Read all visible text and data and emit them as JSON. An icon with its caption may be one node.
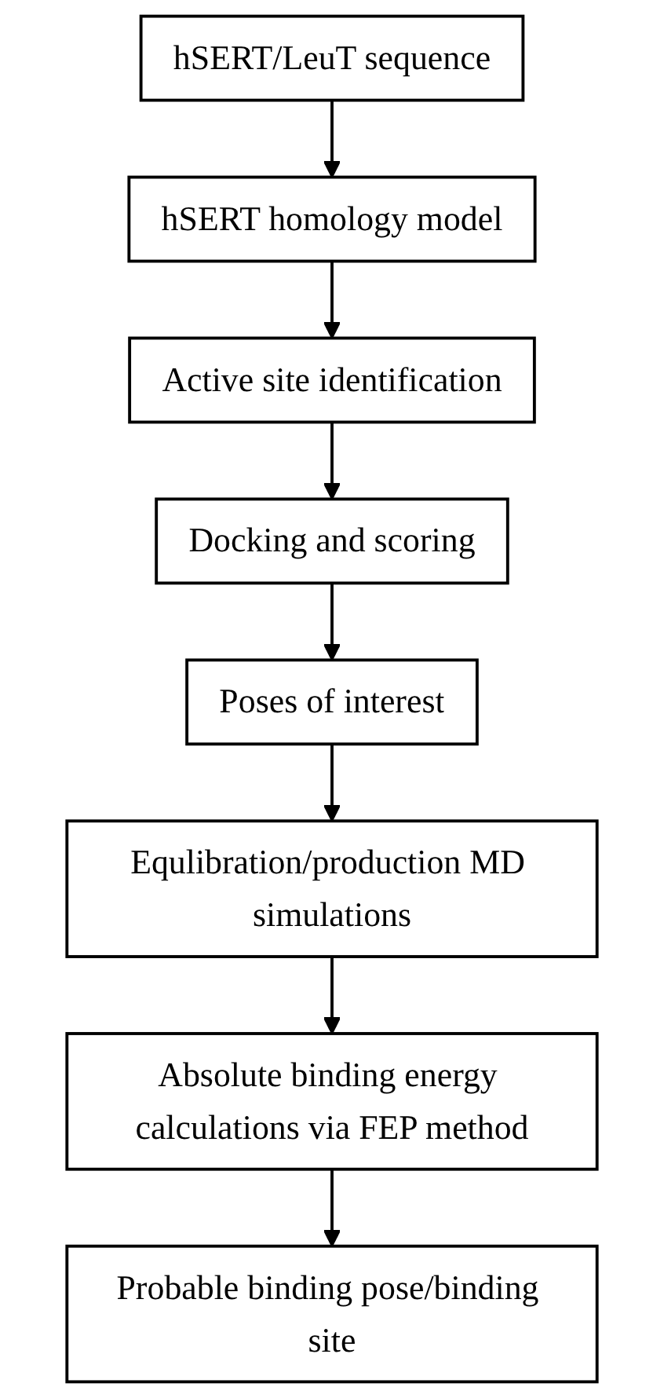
{
  "diagram": {
    "nodes": [
      {
        "text": [
          "hSERT/LeuT sequence"
        ]
      },
      {
        "text": [
          "hSERT homology model"
        ]
      },
      {
        "text": [
          "Active site identification"
        ]
      },
      {
        "text": [
          "Docking and scoring"
        ]
      },
      {
        "text": [
          "Poses of interest"
        ]
      },
      {
        "text": [
          "Equlibration/production MD simulations"
        ]
      },
      {
        "text": [
          "Absolute binding energy calculations via FEP method"
        ]
      },
      {
        "text": [
          "Probable binding pose/binding site"
        ]
      }
    ],
    "edges": [
      {
        "from": 0,
        "to": 1,
        "arrow": "to"
      },
      {
        "from": 1,
        "to": 2,
        "arrow": "to"
      },
      {
        "from": 2,
        "to": 3,
        "arrow": "to"
      },
      {
        "from": 3,
        "to": 4,
        "arrow": "to"
      },
      {
        "from": 4,
        "to": 5,
        "arrow": "to"
      },
      {
        "from": 5,
        "to": 6,
        "arrow": "to"
      },
      {
        "from": 6,
        "to": 7,
        "arrow": "to"
      }
    ]
  }
}
